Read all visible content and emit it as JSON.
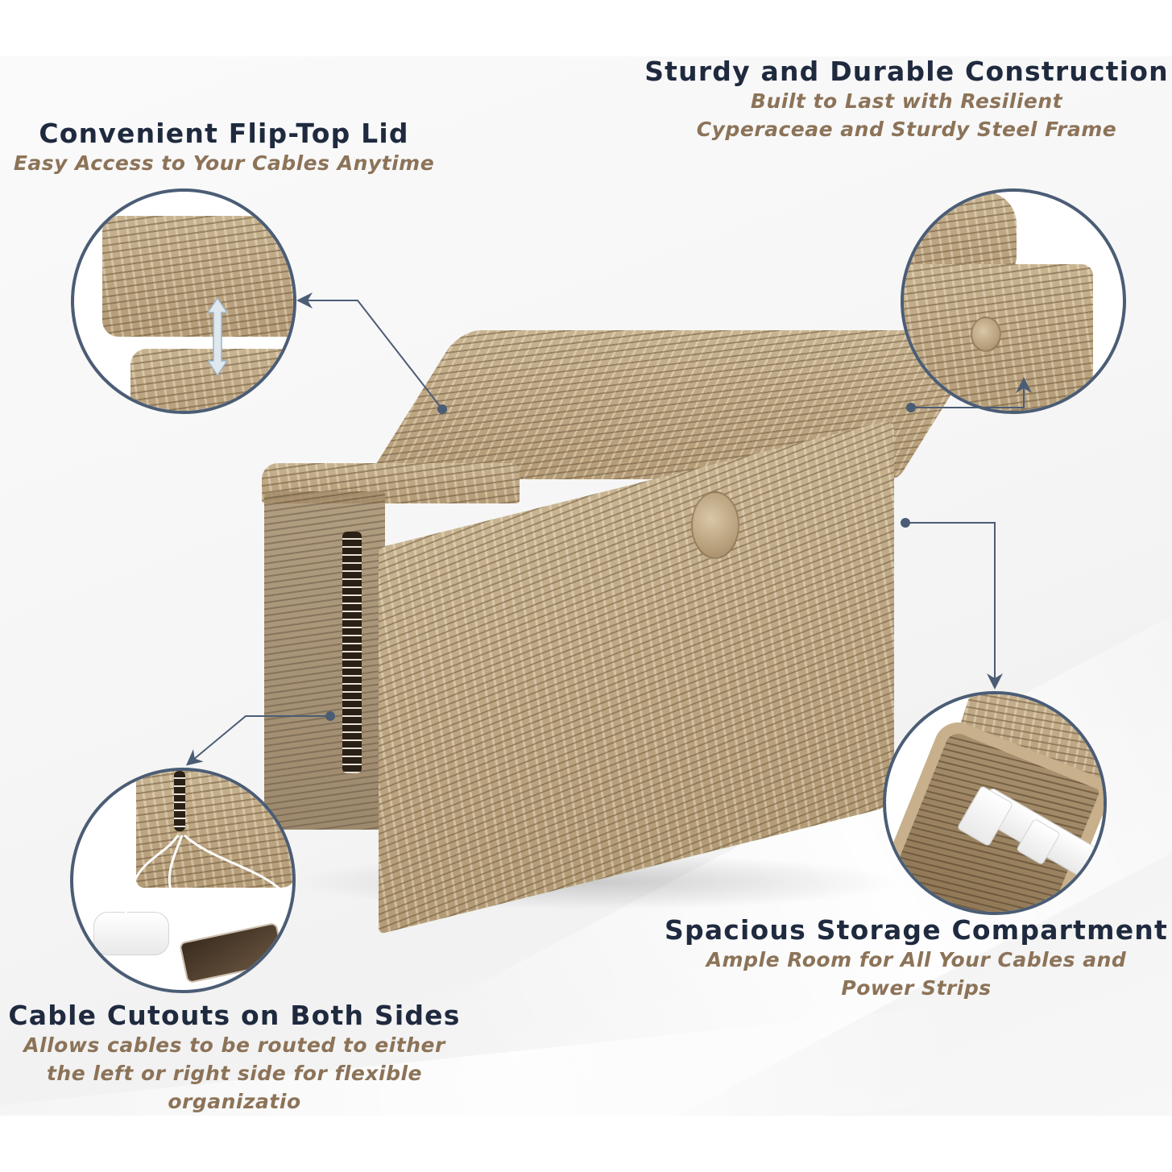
{
  "features": [
    {
      "id": "flip-top-lid",
      "title": "Convenient Flip-Top Lid",
      "subtitle": "Easy Access to Your Cables Anytime"
    },
    {
      "id": "sturdy-construction",
      "title": "Sturdy and Durable Construction",
      "subtitle_line1": "Built to Last with Resilient",
      "subtitle_line2": "Cyperaceae and Sturdy Steel Frame"
    },
    {
      "id": "storage-compartment",
      "title": "Spacious Storage Compartment",
      "subtitle_line1": "Ample Room for All Your Cables and",
      "subtitle_line2": "Power Strips"
    },
    {
      "id": "cable-cutouts",
      "title": "Cable Cutouts on Both Sides",
      "subtitle_line1": "Allows cables to be routed to either",
      "subtitle_line2": "the left or right side for flexible",
      "subtitle_line3": "organizatio"
    }
  ],
  "colors": {
    "title": "#1f2a3f",
    "subtitle": "#8c7358",
    "connector": "#4b5d75",
    "wicker": "#c1ab86",
    "background": "#f6f6f6"
  },
  "icons": {
    "lid_arrow": "double-vertical-arrow"
  }
}
